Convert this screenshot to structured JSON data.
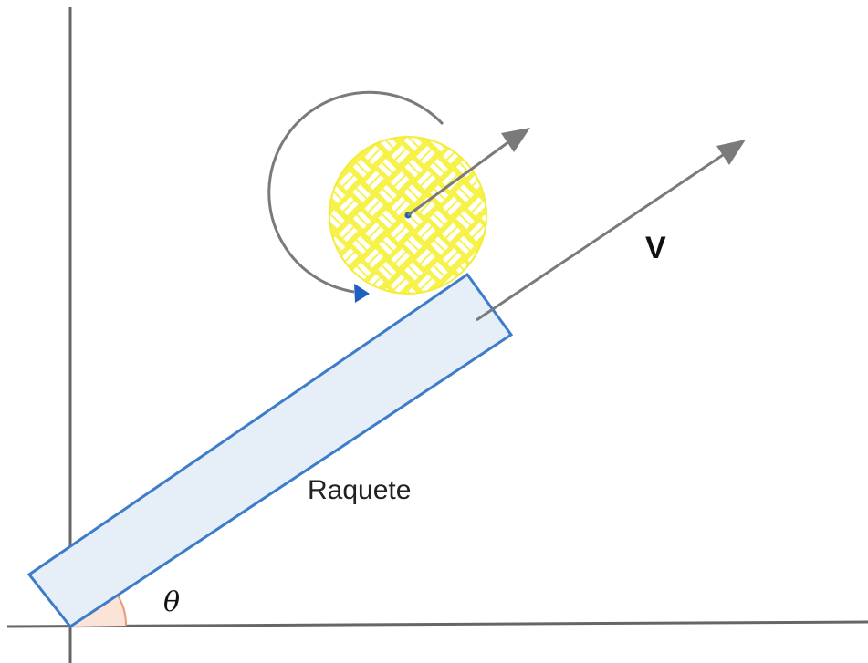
{
  "labels": {
    "racket": "Raquete",
    "velocity": "V",
    "angle": "θ"
  },
  "colors": {
    "axes": "#666666",
    "arrows": "#7a7a7a",
    "racket_fill": "#e6eef8",
    "racket_stroke": "#3d7cc9",
    "ball_fill": "#f7f24a",
    "ball_pattern": "#ffffff",
    "spin_arrowhead": "#1f5fbf",
    "angle_fill": "#fbe3d8",
    "angle_stroke": "#e79a73"
  },
  "icons": {
    "ball": "tennis-ball-icon",
    "spin": "rotation-arrow-icon"
  }
}
